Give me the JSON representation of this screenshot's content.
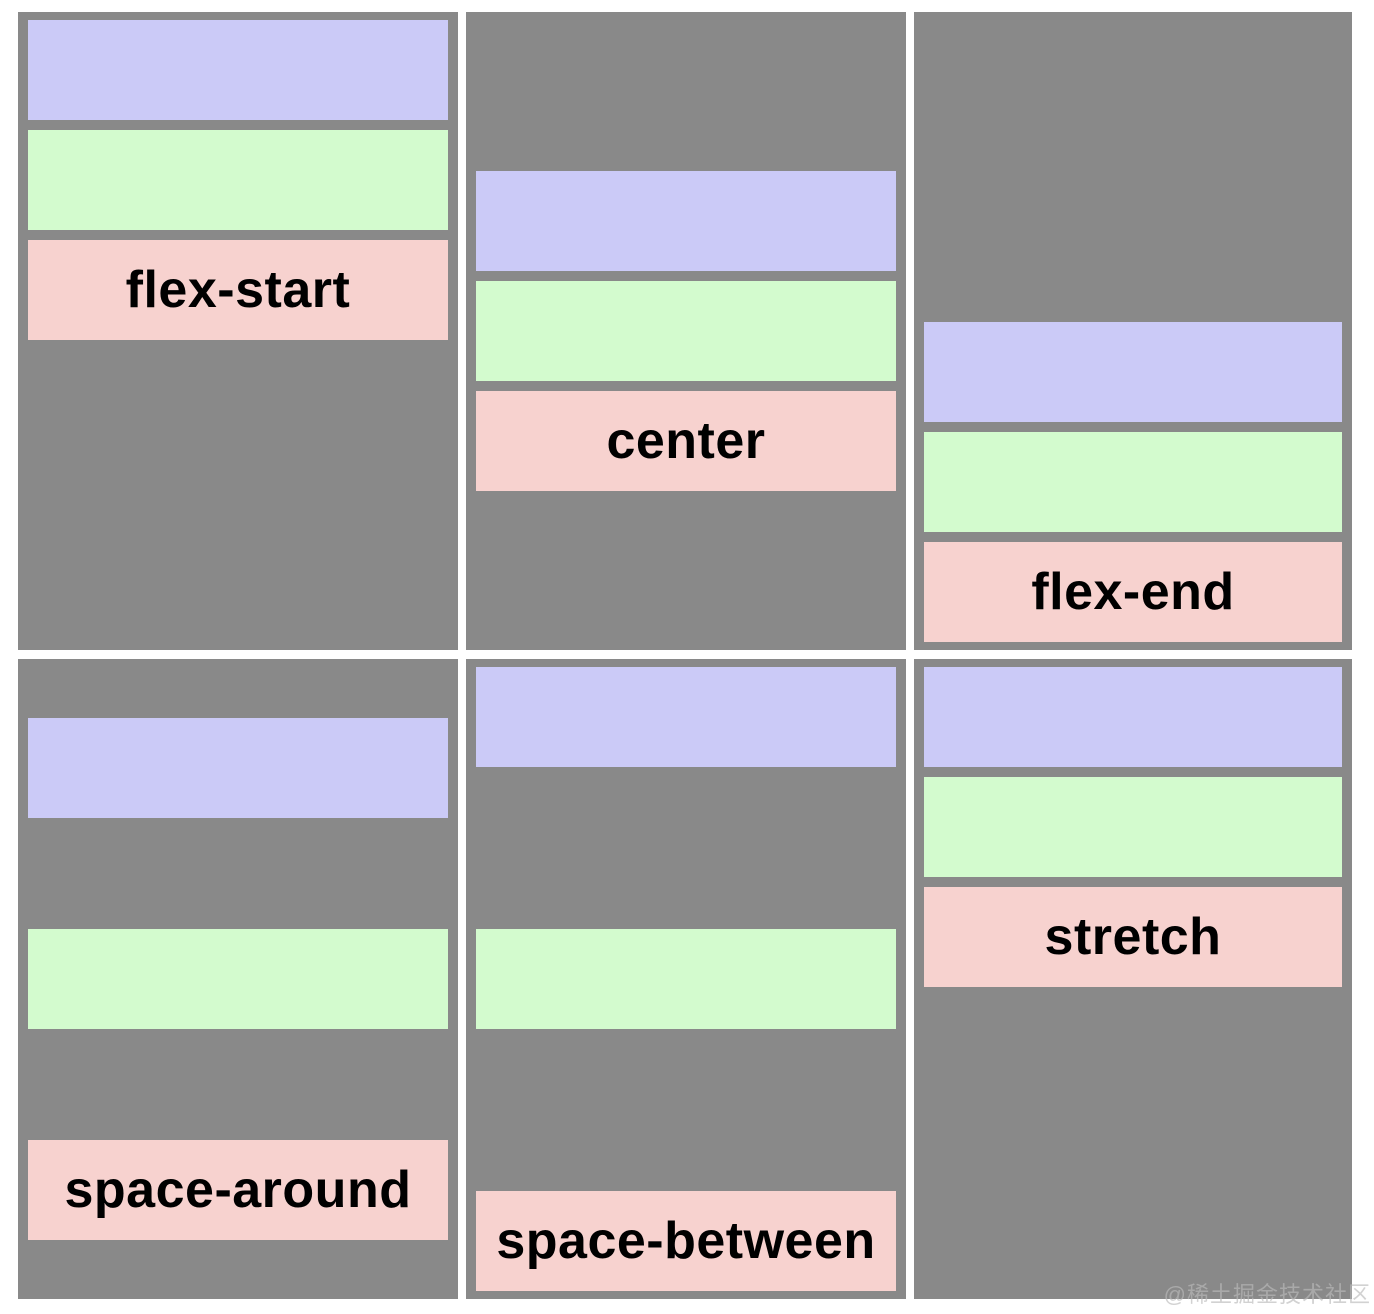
{
  "colors": {
    "panel_gray": "#898989",
    "bar_purple": "#cbcaf7",
    "bar_green": "#d3fbce",
    "bar_pink": "#f7d2cf",
    "label_text": "#000000",
    "watermark_text": "#bbbbbb",
    "page_bg": "#ffffff"
  },
  "figure": {
    "panels": [
      {
        "label": "flex-start"
      },
      {
        "label": "center"
      },
      {
        "label": "flex-end"
      },
      {
        "label": "space-around"
      },
      {
        "label": "space-between"
      },
      {
        "label": "stretch"
      }
    ]
  },
  "watermark": {
    "text": "@稀土掘金技术社区"
  }
}
